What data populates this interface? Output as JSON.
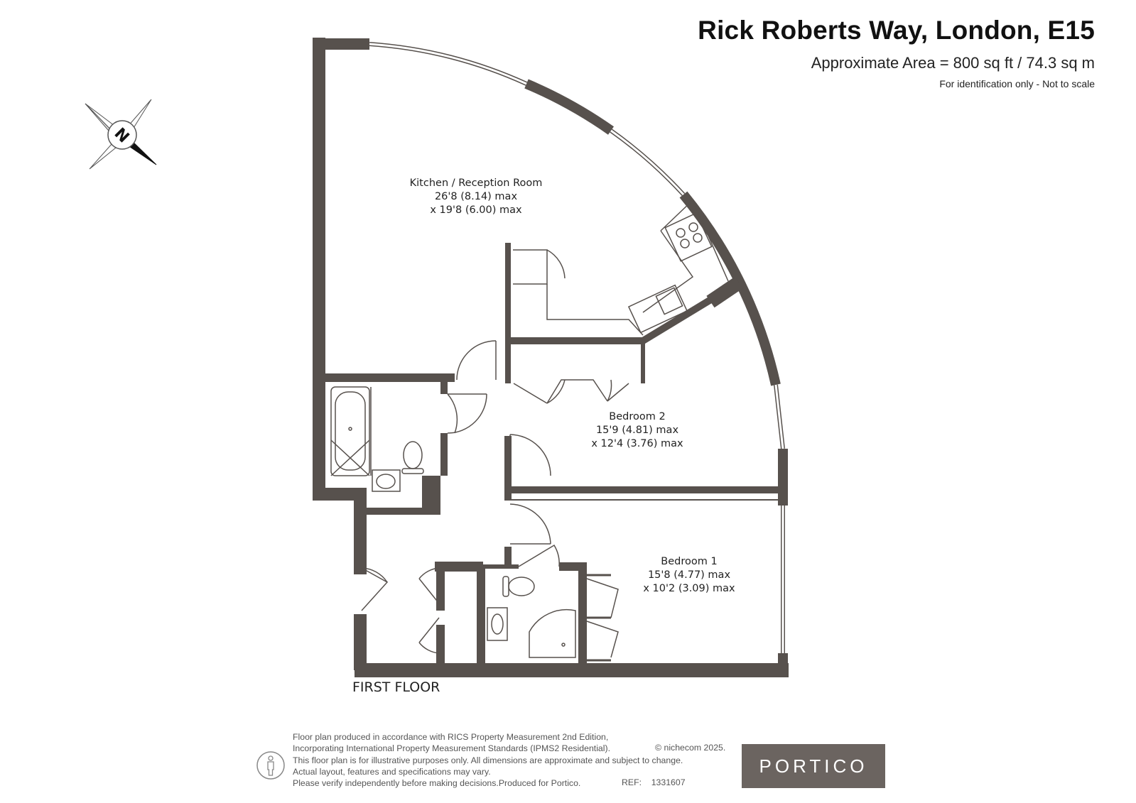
{
  "header": {
    "title": "Rick Roberts Way, London, E15",
    "area": "Approximate Area = 800 sq ft / 74.3 sq m",
    "disclaimer_short": "For identification only - Not to scale"
  },
  "compass": {
    "letter": "N"
  },
  "rooms": [
    {
      "name": "Kitchen / Reception Room",
      "dim1": "26'8 (8.14) max",
      "dim2": "x 19'8 (6.00) max"
    },
    {
      "name": "Bedroom 2",
      "dim1": "15'9 (4.81) max",
      "dim2": "x 12'4 (3.76) max"
    },
    {
      "name": "Bedroom 1",
      "dim1": "15'8 (4.77) max",
      "dim2": "x 10'2 (3.09) max"
    }
  ],
  "floor": {
    "label": "FIRST FLOOR"
  },
  "footer": {
    "lines": [
      "Floor plan produced in accordance with RICS Property Measurement 2nd Edition,",
      "Incorporating International Property Measurement Standards (IPMS2 Residential).",
      "This floor plan is for illustrative purposes only. All dimensions are approximate and subject to change.",
      "Actual layout, features and specifications may vary.",
      "Please verify independently before making decisions.Produced for Portico."
    ],
    "copyright": "© nichecom 2025.",
    "ref_label": "REF:",
    "ref_value": "1331607"
  },
  "logo": {
    "text": "PORTICO"
  },
  "colors": {
    "wall": "#57514d",
    "logo_bg": "#6b6460"
  }
}
